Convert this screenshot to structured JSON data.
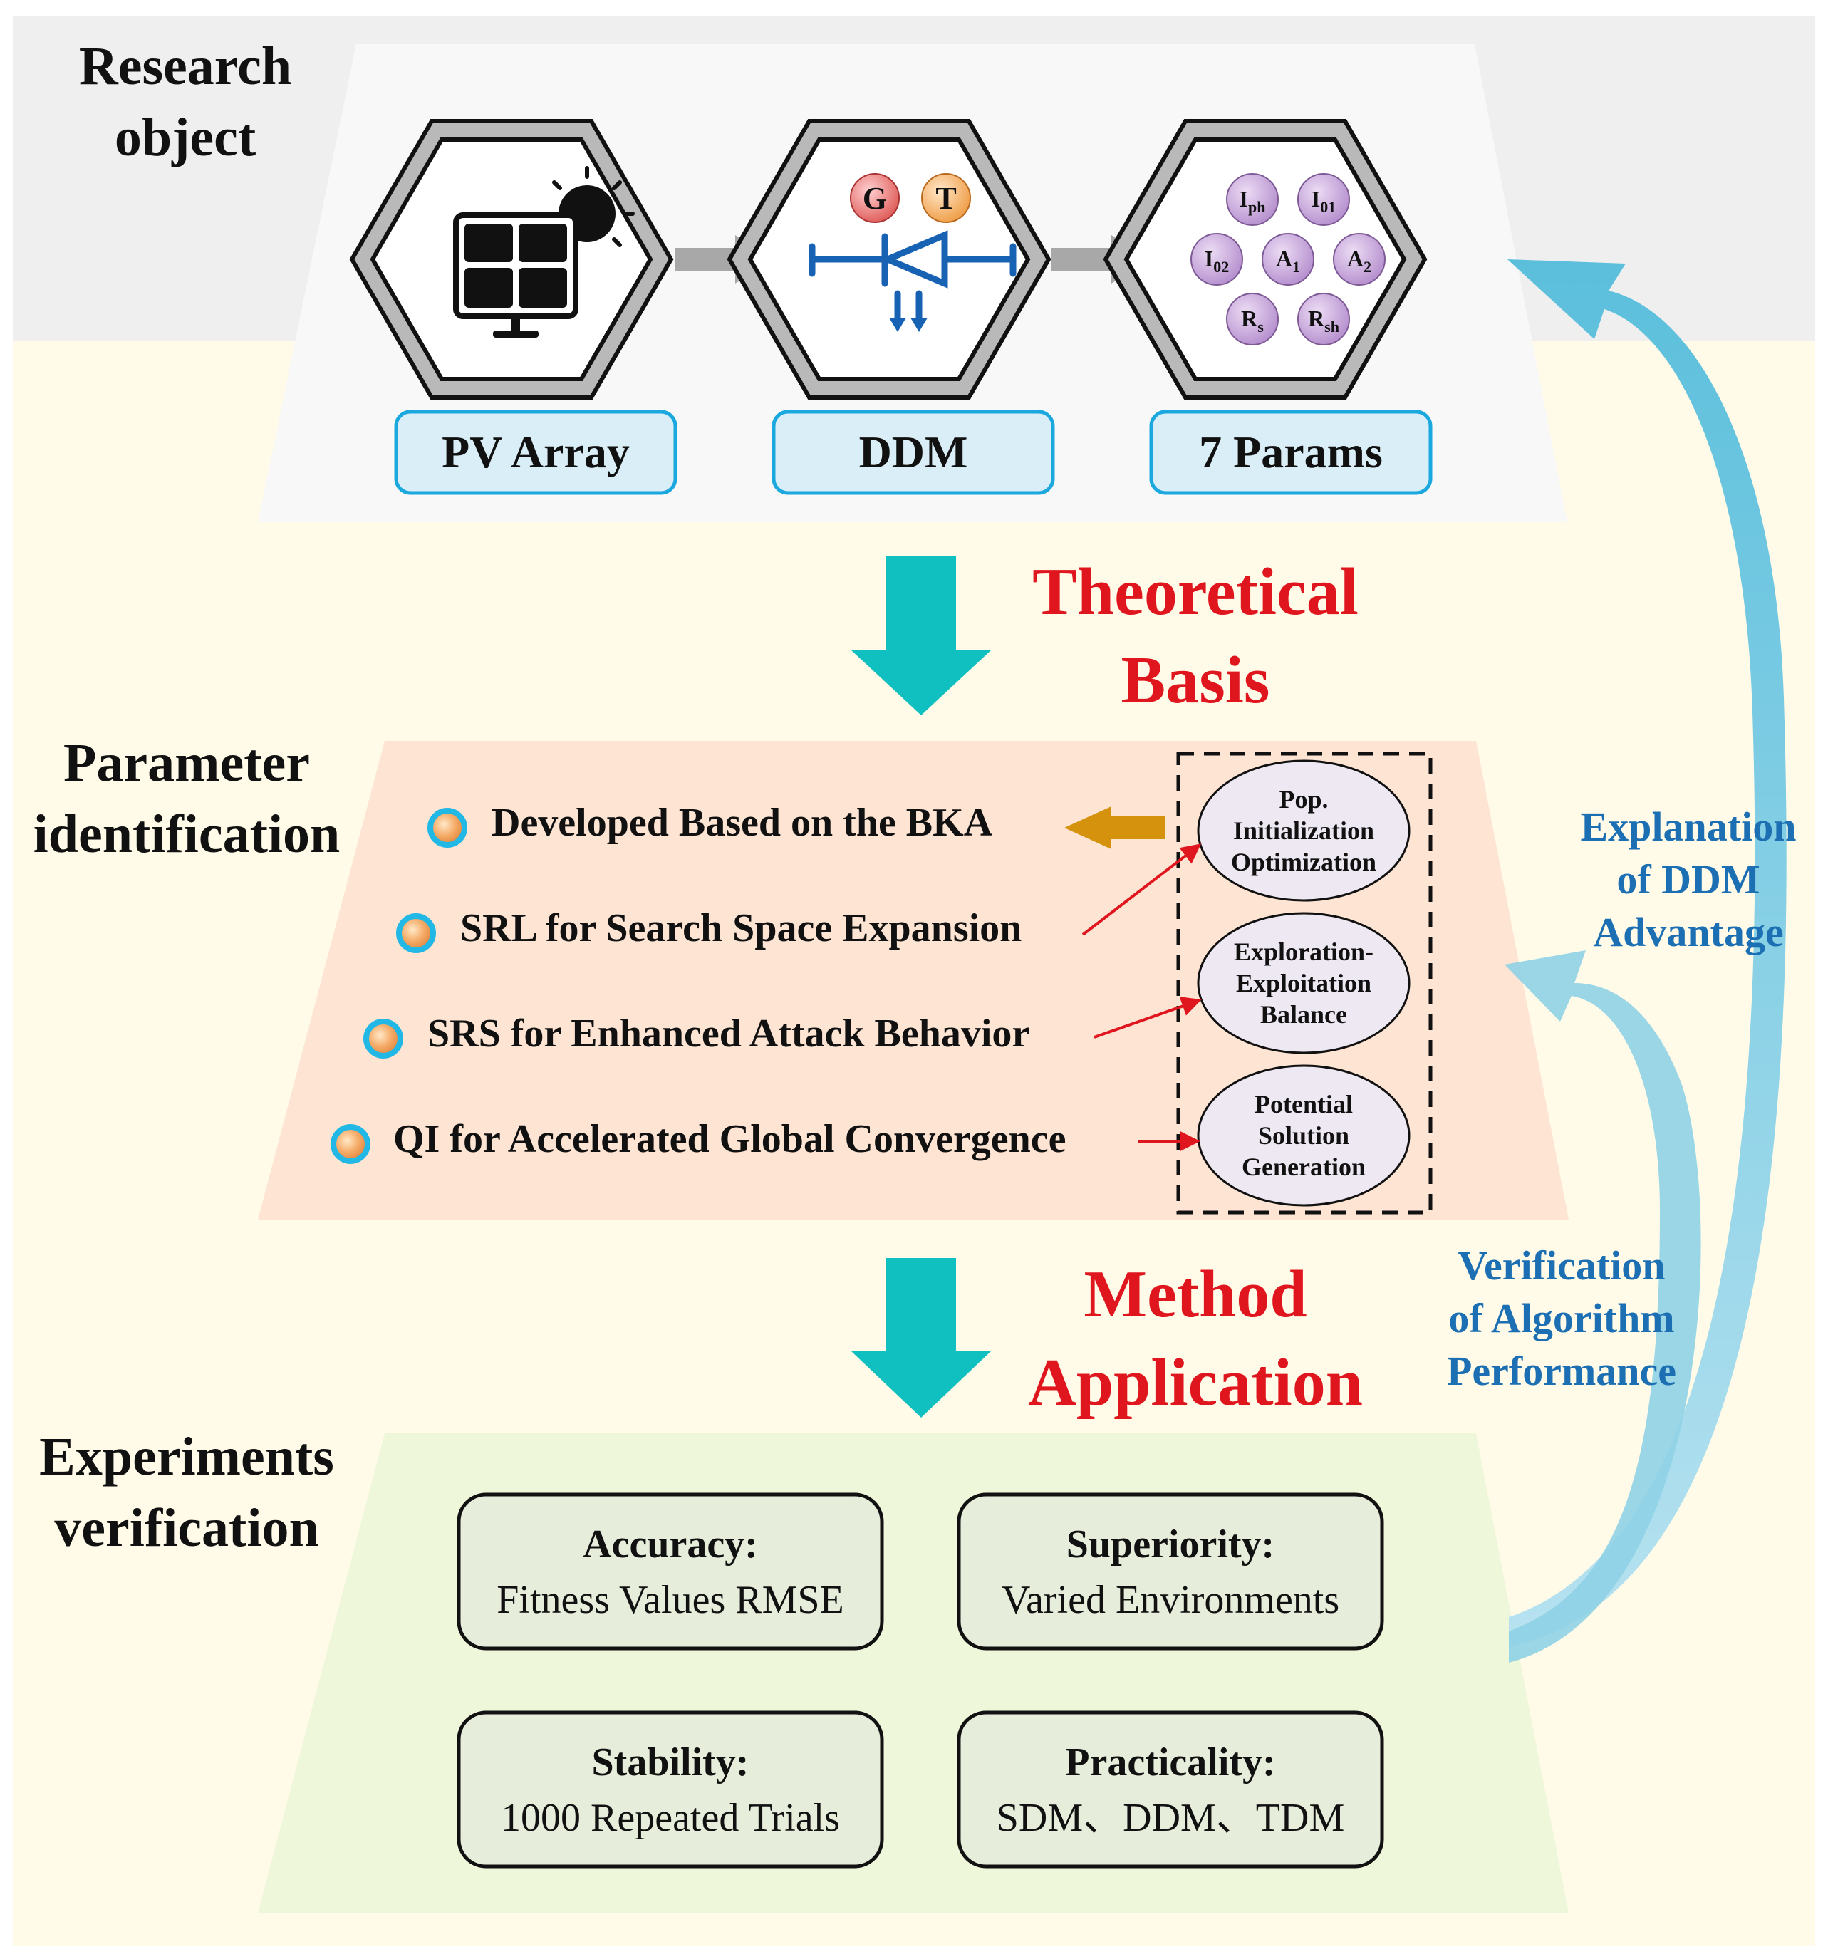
{
  "sections": {
    "research": {
      "label_line1": "Research",
      "label_line2": "object"
    },
    "param": {
      "label_line1": "Parameter",
      "label_line2": "identification"
    },
    "experiments": {
      "label_line1": "Experiments",
      "label_line2": "verification"
    }
  },
  "research_object": {
    "icons": [
      {
        "name": "solar-panel-icon",
        "caption": "PV Array"
      },
      {
        "name": "diode-circuit-icon",
        "caption": "DDM",
        "badges": [
          "G",
          "T"
        ]
      },
      {
        "name": "params-icon",
        "caption": "7 Params"
      }
    ],
    "params": [
      {
        "base": "I",
        "sub": "ph"
      },
      {
        "base": "I",
        "sub": "01"
      },
      {
        "base": "I",
        "sub": "02"
      },
      {
        "base": "A",
        "sub": "1"
      },
      {
        "base": "A",
        "sub": "2"
      },
      {
        "base": "R",
        "sub": "s"
      },
      {
        "base": "R",
        "sub": "sh"
      }
    ]
  },
  "transitions": {
    "theoretical": {
      "line1": "Theoretical",
      "line2": "Basis"
    },
    "method": {
      "line1": "Method",
      "line2": "Application"
    }
  },
  "param_identification": {
    "bullets": [
      "Developed Based on  the BKA",
      "SRL for Search Space Expansion",
      "SRS for Enhanced Attack Behavior",
      "QI for Accelerated Global Convergence"
    ],
    "ellipses": [
      {
        "lines": [
          "Pop.",
          "Initialization",
          "Optimization"
        ]
      },
      {
        "lines": [
          "Exploration-",
          "Exploitation",
          "Balance"
        ]
      },
      {
        "lines": [
          "Potential",
          "Solution",
          "Generation"
        ]
      }
    ]
  },
  "experiments_boxes": [
    {
      "title": "Accuracy:",
      "detail": "Fitness Values RMSE"
    },
    {
      "title": "Superiority:",
      "detail": "Varied Environments"
    },
    {
      "title": "Stability:",
      "detail": "1000 Repeated Trials"
    },
    {
      "title": "Practicality:",
      "detail": "SDM、DDM、TDM"
    }
  ],
  "feedback": {
    "explanation": {
      "line1": "Explanation",
      "line2": "of DDM",
      "line3": "Advantage"
    },
    "verification": {
      "line1": "Verification",
      "line2": "of Algorithm",
      "line3": "Performance"
    }
  },
  "colors": {
    "red_heading": "#e0161f",
    "blue_text": "#1c6fb2",
    "teal_arrow": "#10bfbf",
    "caption_fill": "#d9eef7",
    "caption_stroke": "#1aa8de",
    "curve_blue": "#69c6e0"
  }
}
